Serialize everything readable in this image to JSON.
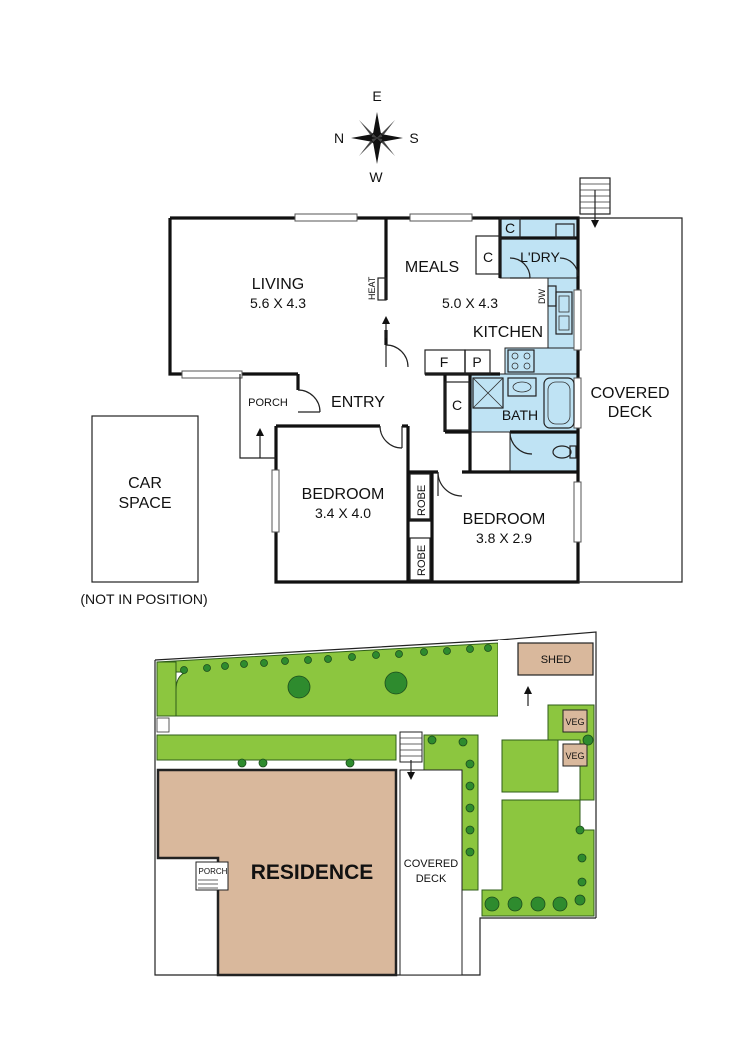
{
  "compass": {
    "n": "N",
    "e": "E",
    "s": "S",
    "w": "W"
  },
  "rooms": {
    "living": {
      "name": "LIVING",
      "size": "5.6 X 4.3"
    },
    "meals": {
      "name": "MEALS",
      "size": "5.0 X 4.3"
    },
    "kitchen": {
      "name": "KITCHEN"
    },
    "laundry": {
      "name": "L'DRY"
    },
    "bath": {
      "name": "BATH"
    },
    "entry": {
      "name": "ENTRY"
    },
    "porch": {
      "name": "PORCH"
    },
    "bedroom1": {
      "name": "BEDROOM",
      "size": "3.4 X 4.0"
    },
    "bedroom2": {
      "name": "BEDROOM",
      "size": "3.8 X 2.9"
    },
    "covered_deck": {
      "line1": "COVERED",
      "line2": "DECK"
    }
  },
  "fixtures": {
    "heat": "HEAT",
    "dw": "DW",
    "robe": "ROBE",
    "cupboard": "C",
    "fridge": "F",
    "pantry": "P"
  },
  "car_space": {
    "line1": "CAR",
    "line2": "SPACE",
    "note": "(NOT IN POSITION)"
  },
  "site": {
    "residence": "RESIDENCE",
    "porch": "PORCH",
    "covered_deck_line1": "COVERED",
    "covered_deck_line2": "DECK",
    "shed": "SHED",
    "veg": "VEG"
  },
  "colors": {
    "wet_area": "#bfe3f4",
    "garden": "#8cc63f",
    "tree": "#2e8b2e",
    "residence": "#d9b89c",
    "wall": "#111111"
  }
}
